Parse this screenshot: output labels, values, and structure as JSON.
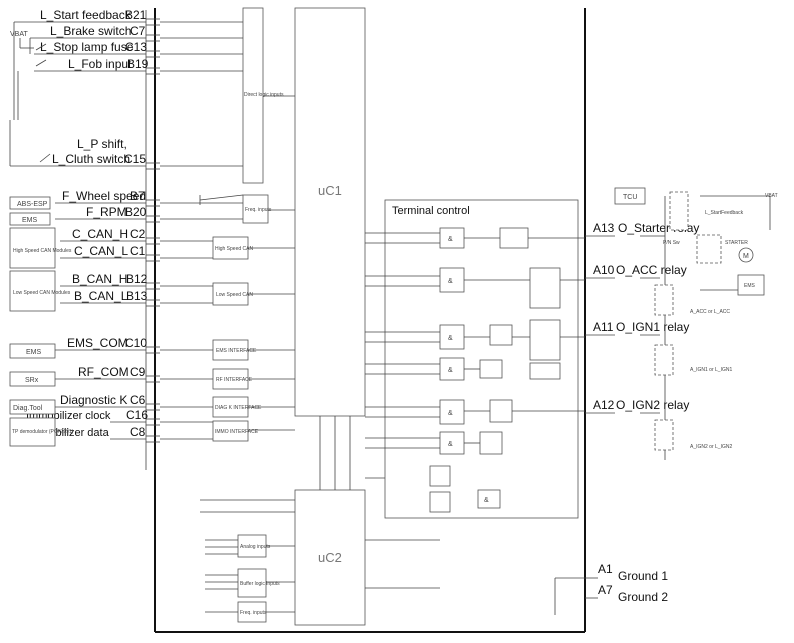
{
  "left_pins": [
    {
      "label": "L_Start feedback",
      "pin": "B21"
    },
    {
      "label": "L_Brake switch",
      "pin": "C7"
    },
    {
      "label": "L_Stop lamp fuse",
      "pin": "C13"
    },
    {
      "label": "L_Fob input",
      "pin": "B19"
    },
    {
      "label": "L_P shift,",
      "pin": ""
    },
    {
      "label": "L_Cluth switch",
      "pin": "C15"
    },
    {
      "label": "F_Wheel speed",
      "pin": "B7"
    },
    {
      "label": "F_RPM",
      "pin": "B20"
    },
    {
      "label": "C_CAN_H",
      "pin": "C2"
    },
    {
      "label": "C_CAN_L",
      "pin": "C1"
    },
    {
      "label": "B_CAN_H",
      "pin": "B12"
    },
    {
      "label": "B_CAN_L",
      "pin": "B13"
    },
    {
      "label": "EMS_COM",
      "pin": "C10"
    },
    {
      "label": "RF_COM",
      "pin": "C9"
    },
    {
      "label": "Diagnostic K",
      "pin": "C6"
    },
    {
      "label": "Immobilizer clock",
      "pin": "C16"
    },
    {
      "label": "Immobilizer data",
      "pin": "C8"
    }
  ],
  "right_pins": [
    {
      "pin": "A13",
      "label": "O_Starter relay"
    },
    {
      "pin": "A10",
      "label": "O_ACC relay"
    },
    {
      "pin": "A11",
      "label": "O_IGN1 relay"
    },
    {
      "pin": "A12",
      "label": "O_IGN2 relay"
    },
    {
      "pin": "A1",
      "label": "Ground 1"
    },
    {
      "pin": "A7",
      "label": "Ground 2"
    }
  ],
  "vbat_label": "VBAT",
  "external_modules": [
    "ABS-ESP",
    "EMS",
    "High Speed CAN Modules",
    "Low Speed CAN Modules",
    "EMS",
    "SRx",
    "Diag.Tool",
    "TP demodulator (PCF7991)"
  ],
  "blocks": {
    "uc1": "uC1",
    "uc2": "uC2",
    "terminal": "Terminal control",
    "direct_logic": "Direct logic inputs",
    "freq_inputs": "Freq. inputs",
    "hs_can": "High Speed CAN",
    "ls_can": "Low Speed CAN",
    "ems_if": "EMS INTERFACE",
    "rf_if": "RF INTERFACE",
    "diag_if": "DIAG K INTERFACE",
    "immo_if": "IMMO INTERFACE",
    "analog_inputs": "Analog inputs",
    "buffer_logic": "Buffer logic inputs",
    "freq_inputs2": "Freq. inputs"
  },
  "right_components": {
    "tcu": "TCU",
    "vbat": "VBAT",
    "pn_sw": "P/N Sw",
    "starter": "STARTER",
    "ems": "EMS",
    "start_fb": "L_StartFeedback",
    "acc_note": "A_ACC or L_ACC",
    "ign1_note": "A_IGN1 or L_IGN1",
    "ign2_note": "A_IGN2 or L_IGN2"
  }
}
